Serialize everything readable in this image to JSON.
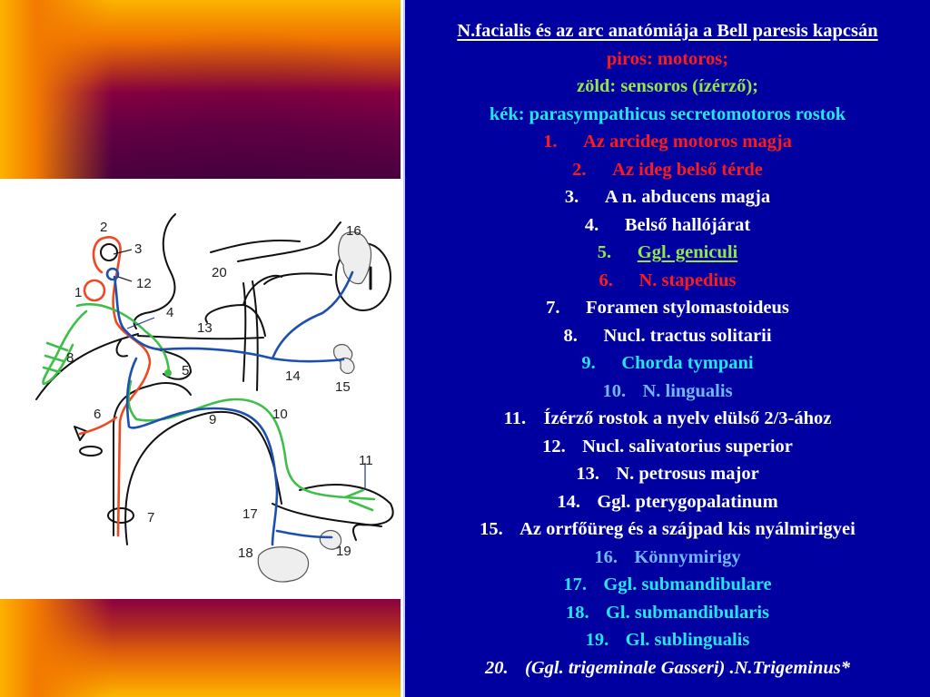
{
  "slide": {
    "title": "N.facialis és az arc anatómiája a Bell paresis kapcsán",
    "legend": [
      {
        "text": "piros: motoros;",
        "color": "#ff1a1a"
      },
      {
        "text": "zöld: sensoros (ízérző);",
        "color": "#8fe84a"
      },
      {
        "text": "kék: parasympathicus secretomotoros rostok",
        "color": "#22e6f2"
      }
    ],
    "items": [
      {
        "num": "1.",
        "text": "Az arcideg motoros magja",
        "color": "#ff1a1a"
      },
      {
        "num": "2.",
        "text": "Az ideg belső térde",
        "color": "#ff1a1a"
      },
      {
        "num": "3.",
        "text": "A n. abducens magja",
        "color": "#ffffff"
      },
      {
        "num": "4.",
        "text": "Belső hallójárat",
        "color": "#ffffff"
      },
      {
        "num": "5.",
        "text": "Ggl. geniculi",
        "color": "#8fe84a",
        "underline": true
      },
      {
        "num": "6.",
        "text": "N. stapedius",
        "color": "#ff1a1a"
      },
      {
        "num": "7.",
        "text": "Foramen stylomastoideus",
        "color": "#ffffff"
      },
      {
        "num": "8.",
        "text": "Nucl. tractus solitarii",
        "color": "#ffffff"
      },
      {
        "num": "9.",
        "text": "Chorda tympani",
        "color": "#22e6f2"
      },
      {
        "num": "10.",
        "text": "N. lingualis",
        "color": "#6fb8ff"
      },
      {
        "num": "11.",
        "text": "Ízérző rostok a nyelv elülső 2/3-ához",
        "color": "#ffffff"
      },
      {
        "num": "12.",
        "text": "Nucl. salivatorius superior",
        "color": "#ffffff"
      },
      {
        "num": "13.",
        "text": "N. petrosus major",
        "color": "#ffffff"
      },
      {
        "num": "14.",
        "text": "Ggl. pterygopalatinum",
        "color": "#ffffff"
      },
      {
        "num": "15.",
        "text": "Az orrfőüreg és a szájpad kis nyálmirigyei",
        "color": "#ffffff"
      },
      {
        "num": "16.",
        "text": "Könnymirigy",
        "color": "#6fb8ff"
      },
      {
        "num": "17.",
        "text": "Ggl. submandibulare",
        "color": "#22e6f2"
      },
      {
        "num": "18.",
        "text": "Gl. submandibularis",
        "color": "#22e6f2"
      },
      {
        "num": "19.",
        "text": "Gl. sublingualis",
        "color": "#22e6f2"
      },
      {
        "num": "20.",
        "text": "(Ggl. trigeminale Gasseri) .N.Trigeminus*",
        "color": "#ffffff",
        "italic": true
      }
    ]
  },
  "diagram": {
    "labels": [
      "1",
      "2",
      "3",
      "4",
      "5",
      "6",
      "7",
      "8",
      "9",
      "10",
      "11",
      "12",
      "13",
      "14",
      "15",
      "16",
      "17",
      "18",
      "19",
      "20"
    ],
    "colors": {
      "motor": "#ee4a22",
      "sensory": "#3fbf4a",
      "parasympathetic": "#1c4fb0",
      "outline": "#111111"
    }
  },
  "background": {
    "panel_color": "#0000a0",
    "gradient_colors": [
      "#fbb400",
      "#f07300",
      "#8a0040",
      "#4a003e"
    ]
  }
}
